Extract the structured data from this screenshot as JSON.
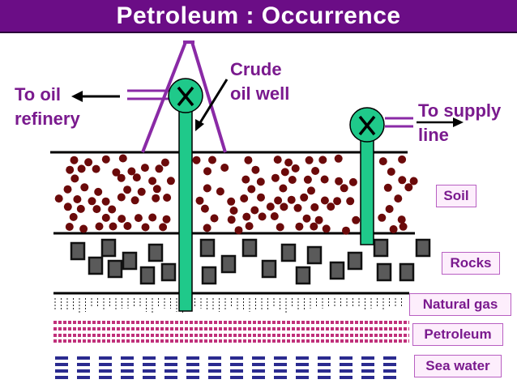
{
  "title": "Petroleum : Occurrence",
  "labels": {
    "to_refinery_line1": "To oil",
    "to_refinery_line2": "refinery",
    "crude_line1": "Crude",
    "crude_line2": "oil well",
    "supply_line1": "To supply",
    "supply_line2": "line"
  },
  "layers": [
    "Soil",
    "Rocks",
    "Natural gas",
    "Petroleum",
    "Sea water"
  ],
  "colors": {
    "title_bg": "#6b0d86",
    "label_text": "#7a1a8e",
    "pipe": "#1fc98a",
    "derrick": "#8a2aa6",
    "soil": "#6b0a0a",
    "rock": "#5a5a5a",
    "petroleum": "#c0307a",
    "sea_water": "#2b2b8f"
  }
}
